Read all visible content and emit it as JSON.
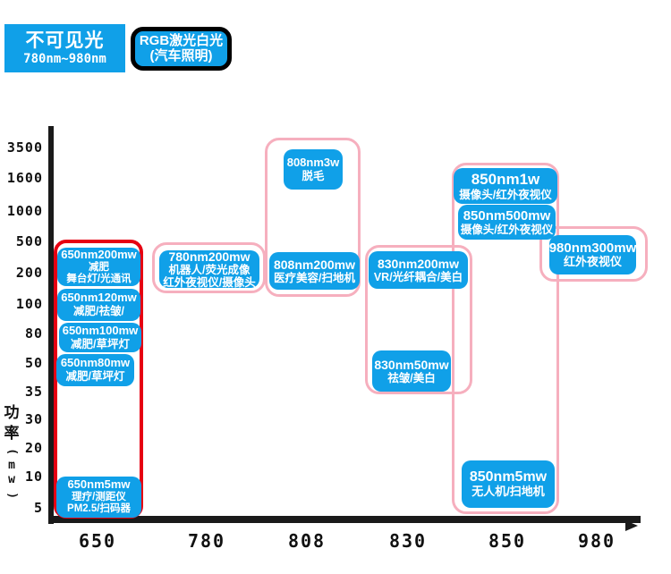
{
  "colors": {
    "blue": "#10A0E8",
    "pink": "#F6AFBE",
    "red": "#E60012",
    "ink": "#1A1A1A"
  },
  "header": {
    "invisible_light_title": "不可见光",
    "invisible_light_range": "780nm~980nm",
    "rgb_line1": "RGB激光白光",
    "rgb_line2": "(汽车照明)"
  },
  "axes": {
    "y_title_chars": [
      "功",
      "率",
      "(",
      "m",
      "w",
      ")"
    ]
  },
  "chart_data": {
    "type": "scatter",
    "xlabel": "",
    "ylabel": "功率(mw)",
    "y_axis_nonlinear": true,
    "grid": false,
    "x_ticks": [
      "650",
      "780",
      "808",
      "830",
      "850",
      "980"
    ],
    "y_ticks": [
      "3500",
      "1600",
      "1000",
      "500",
      "200",
      "100",
      "80",
      "50",
      "35",
      "30",
      "20",
      "10",
      "5"
    ],
    "groups": [
      {
        "wavelength_nm": 650,
        "outline": "red",
        "items": [
          {
            "label": "650nm200mw",
            "power_mw": 200,
            "apps": [
              "减肥",
              "舞台灯/光通讯"
            ]
          },
          {
            "label": "650nm120mw",
            "power_mw": 120,
            "apps": [
              "减肥/祛皱/"
            ]
          },
          {
            "label": "650nm100mw",
            "power_mw": 100,
            "apps": [
              "减肥/草坪灯"
            ]
          },
          {
            "label": "650nm80mw",
            "power_mw": 80,
            "apps": [
              "减肥/草坪灯"
            ]
          },
          {
            "label": "650nm5mw",
            "power_mw": 5,
            "apps": [
              "理疗/测距仪",
              "PM2.5/扫码器"
            ]
          }
        ]
      },
      {
        "wavelength_nm": 780,
        "outline": "pink",
        "items": [
          {
            "label": "780nm200mw",
            "power_mw": 200,
            "apps": [
              "机器人/荧光成像",
              "红外夜视仪/摄像头"
            ]
          }
        ]
      },
      {
        "wavelength_nm": 808,
        "outline": "pink",
        "items": [
          {
            "label": "808nm3w",
            "power_mw": 3000,
            "apps": [
              "脱毛"
            ]
          },
          {
            "label": "808nm200mw",
            "power_mw": 200,
            "apps": [
              "医疗美容/扫地机"
            ]
          }
        ]
      },
      {
        "wavelength_nm": 830,
        "outline": "pink",
        "items": [
          {
            "label": "830nm200mw",
            "power_mw": 200,
            "apps": [
              "VR/光纤耦合/美白"
            ]
          },
          {
            "label": "830nm50mw",
            "power_mw": 50,
            "apps": [
              "祛皱/美白"
            ]
          }
        ]
      },
      {
        "wavelength_nm": 850,
        "outline": "pink",
        "items": [
          {
            "label": "850nm1w",
            "power_mw": 1000,
            "apps": [
              "摄像头/红外夜视仪"
            ]
          },
          {
            "label": "850nm500mw",
            "power_mw": 500,
            "apps": [
              "摄像头/红外夜视仪"
            ]
          },
          {
            "label": "850nm5mw",
            "power_mw": 5,
            "apps": [
              "无人机/扫地机"
            ]
          }
        ]
      },
      {
        "wavelength_nm": 980,
        "outline": "pink",
        "items": [
          {
            "label": "980nm300mw",
            "power_mw": 300,
            "apps": [
              "红外夜视仪"
            ]
          }
        ]
      }
    ]
  }
}
